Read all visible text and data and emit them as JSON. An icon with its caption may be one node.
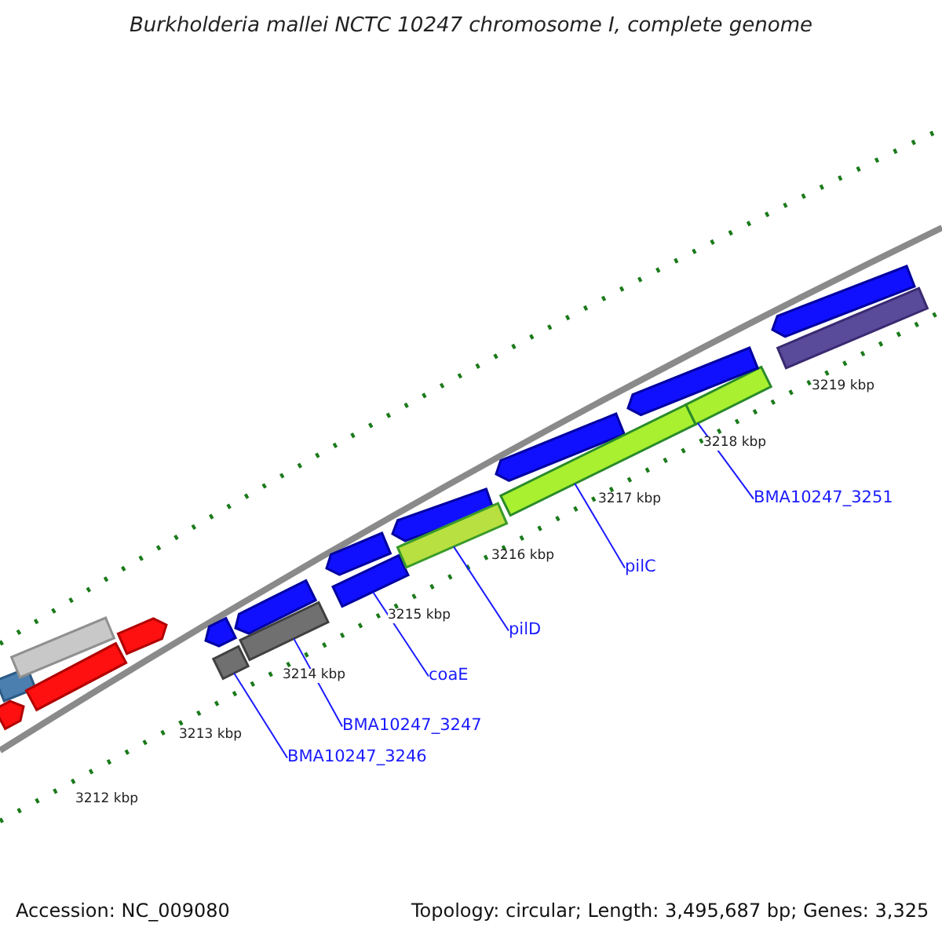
{
  "diagram": {
    "title": "Burkholderia mallei NCTC 10247 chromosome I, complete genome",
    "nodes": [
      {
        "text": [
          "BMA10247_3246"
        ]
      },
      {
        "text": [
          "BMA10247_3247"
        ]
      },
      {
        "text": [
          "coaE"
        ]
      },
      {
        "text": [
          "pilD"
        ]
      },
      {
        "text": [
          "pilC"
        ]
      },
      {
        "text": [
          "BMA10247_3251"
        ]
      },
      {
        "text": [],
        "shape": "bar"
      },
      {
        "text": [],
        "shape": "bar"
      },
      {
        "text": [],
        "shape": "arrow"
      },
      {
        "text": [],
        "shape": "bar"
      },
      {
        "text": [],
        "shape": "arrow"
      },
      {
        "text": [],
        "shape": "arrow"
      },
      {
        "text": [],
        "shape": "arrow"
      },
      {
        "text": [],
        "shape": "bar"
      },
      {
        "text": [],
        "shape": "bar"
      },
      {
        "text": [],
        "shape": "arrow"
      },
      {
        "text": [],
        "shape": "bar"
      },
      {
        "text": [],
        "shape": "arrow"
      },
      {
        "text": [],
        "shape": "bar"
      },
      {
        "text": [],
        "shape": "arrow"
      },
      {
        "text": [],
        "shape": "bar"
      },
      {
        "text": [],
        "shape": "bar"
      },
      {
        "text": [],
        "shape": "arrow"
      },
      {
        "text": [],
        "shape": "arrow"
      },
      {
        "text": [],
        "shape": "bar"
      }
    ],
    "edges": [
      {
        "from": 0,
        "to": 13,
        "arrow": "none"
      },
      {
        "from": 1,
        "to": 14,
        "arrow": "none"
      },
      {
        "from": 2,
        "to": 16,
        "arrow": "none"
      },
      {
        "from": 3,
        "to": 18,
        "arrow": "none"
      },
      {
        "from": 4,
        "to": 20,
        "arrow": "none"
      },
      {
        "from": 5,
        "to": 21,
        "arrow": "none"
      }
    ],
    "labels": [
      "3219 kbp",
      "3218 kbp",
      "3217 kbp",
      "3216 kbp",
      "3215 kbp",
      "3214 kbp",
      "3213 kbp",
      "3212 kbp",
      "Accession: NC_009080",
      "Topology: circular; Length: 3,495,687 bp; Genes: 3,325"
    ]
  }
}
